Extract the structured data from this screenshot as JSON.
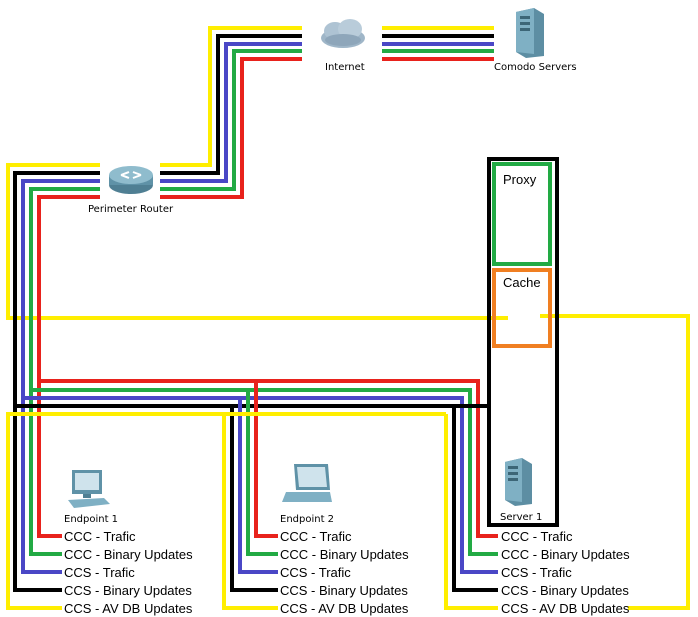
{
  "colors": {
    "yellow": "#ffee00",
    "black": "#000000",
    "blue": "#4a47c6",
    "green": "#22aa44",
    "red": "#e8221c",
    "orange": "#f07f22",
    "proxy_green": "#22aa44"
  },
  "nodes": {
    "internet": {
      "label": "Internet",
      "icon": "cloud-icon"
    },
    "comodo": {
      "label": "Comodo Servers",
      "icon": "server-tower-icon"
    },
    "router": {
      "label": "Perimeter Router",
      "icon": "router-icon"
    },
    "endpoint1": {
      "label": "Endpoint 1",
      "icon": "desktop-pc-icon"
    },
    "endpoint2": {
      "label": "Endpoint 2",
      "icon": "laptop-icon"
    },
    "server1": {
      "label": "Server 1",
      "icon": "server-tower-icon"
    }
  },
  "boxes": {
    "proxy": "Proxy",
    "cache": "Cache"
  },
  "legend": [
    {
      "label": "CCC - Trafic",
      "color": "red"
    },
    {
      "label": "CCC - Binary Updates",
      "color": "green"
    },
    {
      "label": "CCS - Trafic",
      "color": "blue"
    },
    {
      "label": "CCS - Binary Updates",
      "color": "black"
    },
    {
      "label": "CCS - AV DB Updates",
      "color": "yellow"
    }
  ]
}
